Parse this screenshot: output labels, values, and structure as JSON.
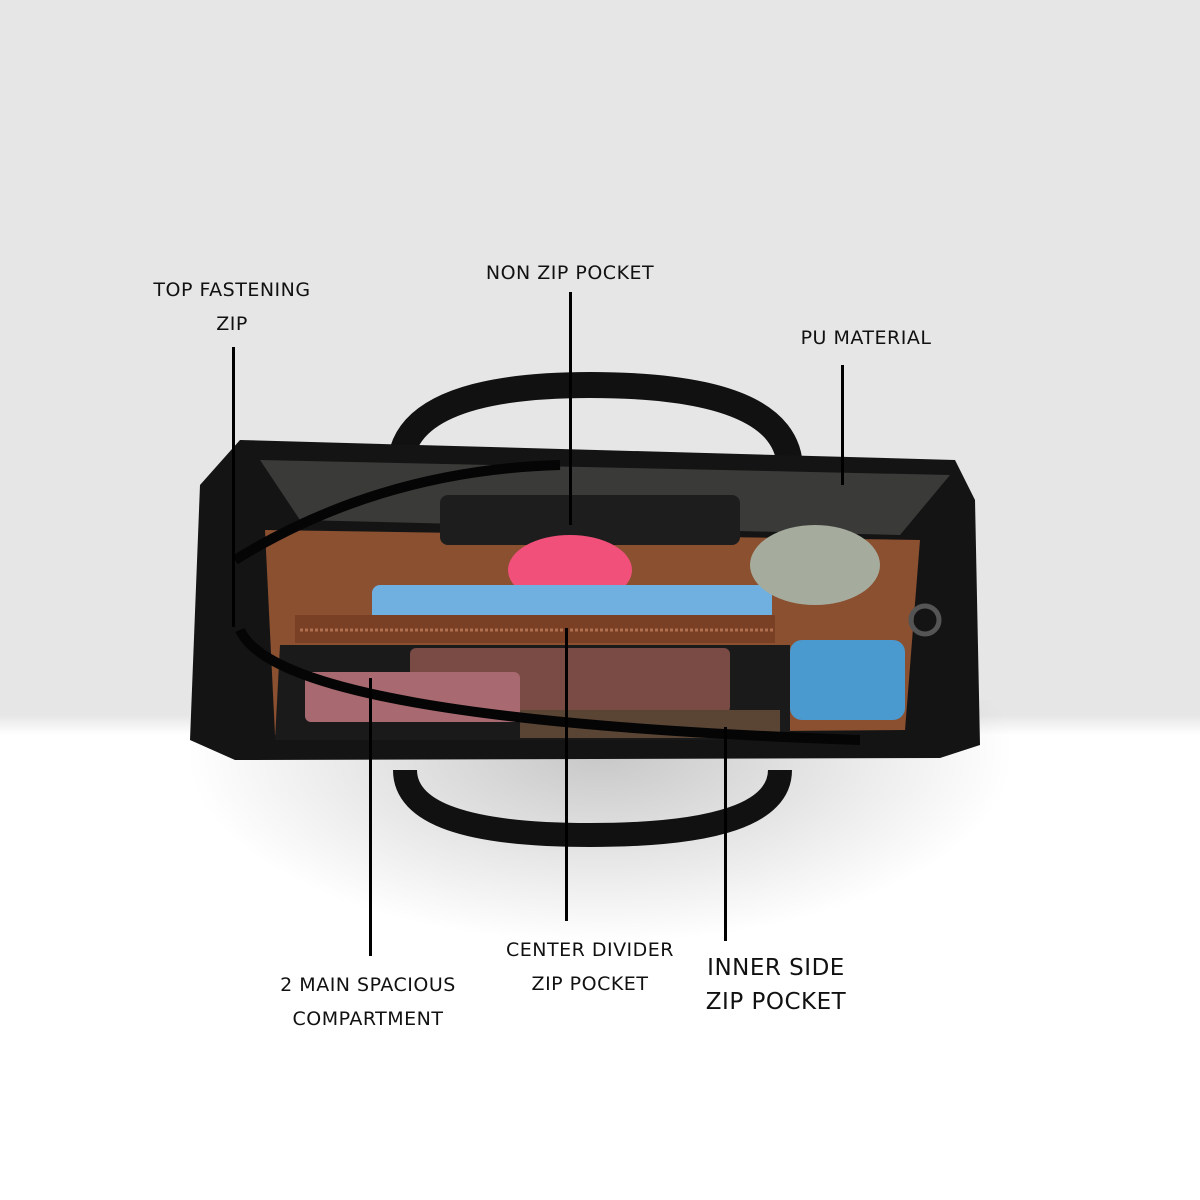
{
  "callouts": {
    "top_zip": {
      "line1": "TOP FASTENING",
      "line2": "ZIP"
    },
    "non_zip_pocket": {
      "line1": "NON ZIP POCKET"
    },
    "pu_material": {
      "line1": "PU MATERIAL"
    },
    "main_compartment": {
      "line1": "2 MAIN SPACIOUS",
      "line2": "COMPARTMENT"
    },
    "center_divider": {
      "line1": "CENTER DIVIDER",
      "line2": "ZIP POCKET"
    },
    "inner_side": {
      "line1": "INNER SIDE",
      "line2": "ZIP POCKET"
    }
  },
  "colors": {
    "bag": "#111111",
    "lining": "#8a5030",
    "background_top": "#e6e6e6",
    "background_bottom": "#ffffff"
  }
}
